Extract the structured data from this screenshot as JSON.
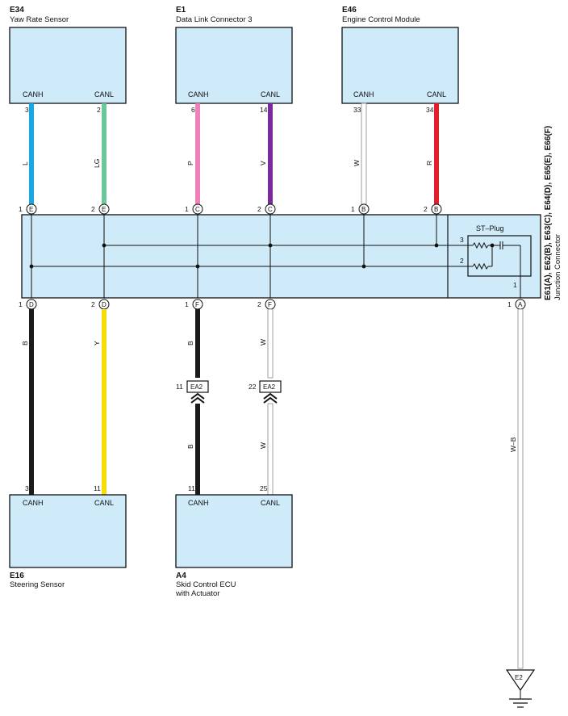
{
  "components": {
    "yaw": {
      "code": "E34",
      "name": "Yaw Rate Sensor",
      "pin_canh": "3",
      "pin_canl": "2",
      "canh_label": "CANH",
      "canl_label": "CANL"
    },
    "dlc": {
      "code": "E1",
      "name": "Data Link Connector 3",
      "pin_canh": "6",
      "pin_canl": "14",
      "canh_label": "CANH",
      "canl_label": "CANL"
    },
    "ecm": {
      "code": "E46",
      "name": "Engine Control Module",
      "pin_canh": "33",
      "pin_canl": "34",
      "canh_label": "CANH",
      "canl_label": "CANL"
    },
    "steer": {
      "code": "E16",
      "name": "Steering Sensor",
      "pin_canh": "3",
      "pin_canl": "11",
      "canh_label": "CANH",
      "canl_label": "CANL"
    },
    "skid": {
      "code": "A4",
      "name_line1": "Skid Control ECU",
      "name_line2": "with Actuator",
      "pin_canh": "11",
      "pin_canl": "25",
      "canh_label": "CANH",
      "canl_label": "CANL"
    }
  },
  "junction": {
    "codes": "E61(A), E62(B), E63(C), E64(D), E65(E), E66(F)",
    "name": "Junction Connector",
    "st_plug": "ST–Plug",
    "st_pin_3": "3",
    "st_pin_2": "2",
    "st_pin_1": "1",
    "top_pins": [
      {
        "num": "1",
        "letter": "E"
      },
      {
        "num": "2",
        "letter": "E"
      },
      {
        "num": "1",
        "letter": "C"
      },
      {
        "num": "2",
        "letter": "C"
      },
      {
        "num": "1",
        "letter": "B"
      },
      {
        "num": "2",
        "letter": "B"
      }
    ],
    "bottom_pins": [
      {
        "num": "1",
        "letter": "D"
      },
      {
        "num": "2",
        "letter": "D"
      },
      {
        "num": "1",
        "letter": "F"
      },
      {
        "num": "2",
        "letter": "F"
      },
      {
        "num": "1",
        "letter": "A"
      }
    ]
  },
  "wires_top": [
    {
      "color_code": "L",
      "color": "#1aa7e0"
    },
    {
      "color_code": "LG",
      "color": "#6cc79a"
    },
    {
      "color_code": "P",
      "color": "#f080b8"
    },
    {
      "color_code": "V",
      "color": "#7a2a9a"
    },
    {
      "color_code": "W",
      "color": "#e8e8e8"
    },
    {
      "color_code": "R",
      "color": "#e0202a"
    }
  ],
  "wires_bottom": [
    {
      "color_code": "B",
      "color": "#1a1a1a"
    },
    {
      "color_code": "Y",
      "color": "#f7dc0a"
    },
    {
      "color_code": "B",
      "color": "#1a1a1a"
    },
    {
      "color_code": "W",
      "color": "#e8e8e8"
    },
    {
      "color_code": "W–B",
      "color": "#e8e8e8"
    }
  ],
  "wires_lower": [
    {
      "color_code": "B",
      "color": "#1a1a1a"
    },
    {
      "color_code": "W",
      "color": "#e8e8e8"
    }
  ],
  "ea2_connectors": [
    {
      "pin": "11",
      "name": "EA2"
    },
    {
      "pin": "22",
      "name": "EA2"
    }
  ],
  "ground": {
    "name": "E2"
  },
  "colors": {
    "box_fill": "#cfeaf8",
    "box_stroke": "#111111"
  }
}
